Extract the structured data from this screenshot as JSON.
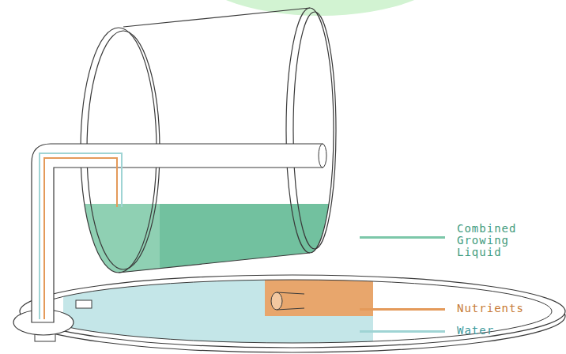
{
  "diagram": {
    "legend": [
      {
        "text": "Combined Growing Liquid",
        "color": "#7cc7a9"
      },
      {
        "text": "Nutrients",
        "color": "#e49a5a"
      },
      {
        "text": "Water",
        "color": "#9fd4d4"
      }
    ]
  }
}
